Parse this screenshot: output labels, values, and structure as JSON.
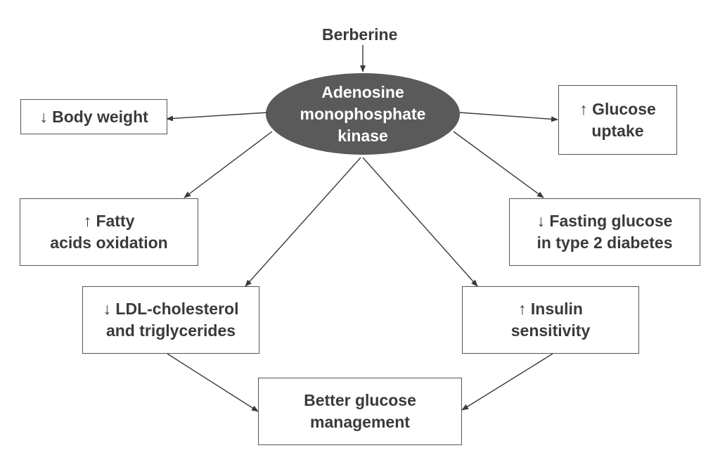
{
  "source": "Berberine",
  "center": {
    "lines": [
      "Adenosine",
      "monophosphate",
      "kinase"
    ]
  },
  "boxes": {
    "body_weight": {
      "arrow": "↓",
      "lines": [
        "Body weight"
      ]
    },
    "glucose_uptake": {
      "arrow": "↑",
      "lines": [
        "Glucose",
        "uptake"
      ]
    },
    "fatty_acids": {
      "arrow": "↑",
      "lines": [
        "Fatty",
        "acids oxidation"
      ]
    },
    "fasting_glucose": {
      "arrow": "↓",
      "lines": [
        "Fasting glucose",
        "in type 2 diabetes"
      ]
    },
    "ldl": {
      "arrow": "↓",
      "lines": [
        "LDL-cholesterol",
        "and triglycerides"
      ]
    },
    "insulin": {
      "arrow": "↑",
      "lines": [
        "Insulin",
        "sensitivity"
      ]
    },
    "better_glucose": {
      "lines": [
        "Better glucose",
        "management"
      ]
    }
  },
  "colors": {
    "ellipse_fill": "#5a5a5a",
    "ellipse_text": "#ffffff",
    "box_border": "#555555",
    "text": "#3a3a3a",
    "arrow": "#3a3a3a"
  }
}
